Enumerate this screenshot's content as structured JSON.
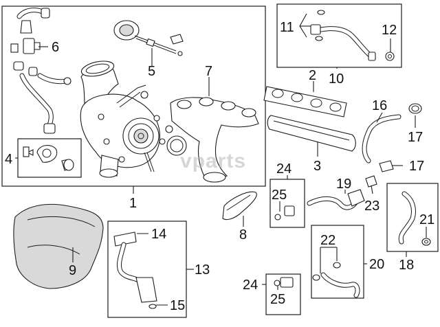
{
  "watermark": "vparts",
  "callouts": [
    "1",
    "2",
    "3",
    "4",
    "5",
    "6",
    "7",
    "8",
    "9",
    "10",
    "11",
    "12",
    "13",
    "14",
    "15",
    "16",
    "17",
    "17",
    "18",
    "19",
    "20",
    "21",
    "22",
    "23",
    "24",
    "24",
    "25",
    "25"
  ]
}
